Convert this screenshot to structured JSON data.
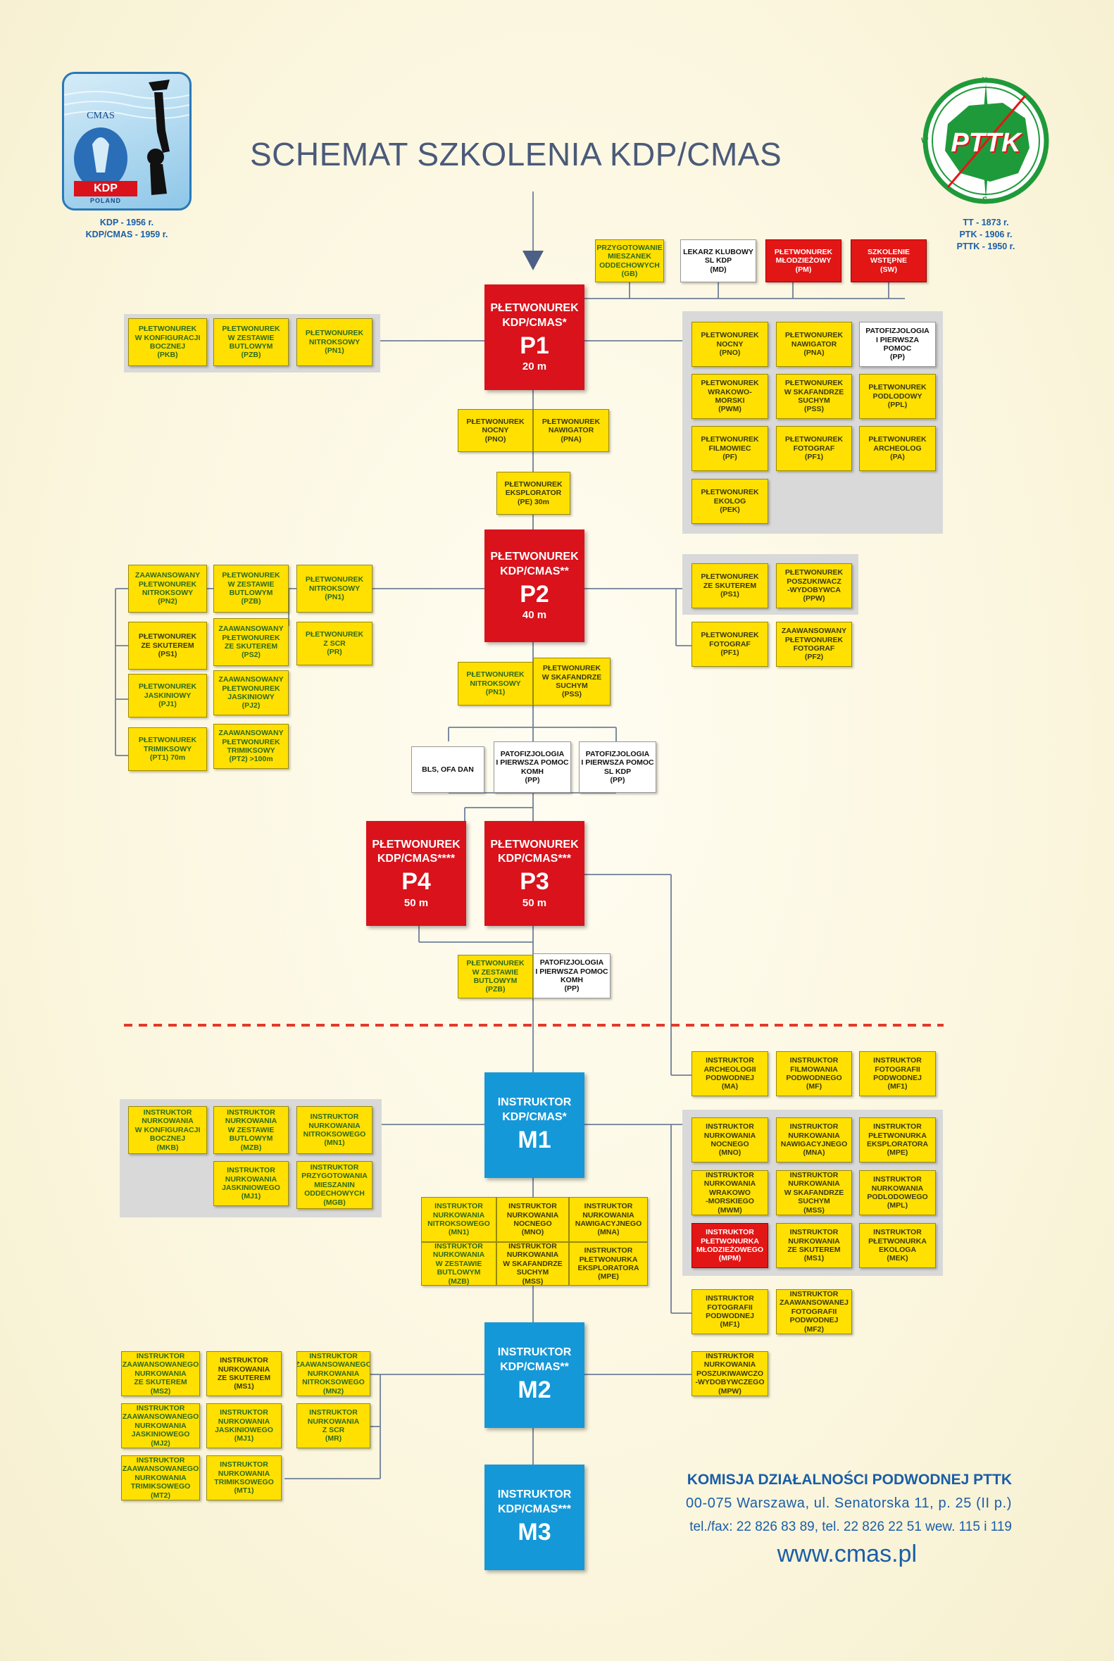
{
  "header": {
    "title": "SCHEMAT SZKOLENIA KDP/CMAS",
    "left_caption": "KDP - 1956 r.\nKDP/CMAS - 1959 r.",
    "right_caption": "TT - 1873 r.\nPTK - 1906 r.\nPTTK - 1950 r.",
    "kdp_logo_cmas": "CMAS",
    "kdp_logo_kdp": "KDP",
    "kdp_logo_poland": "POLAND",
    "pttk_logo": "PTTK",
    "compass": {
      "n": "N",
      "s": "S",
      "e": "E",
      "w": "W"
    }
  },
  "main_levels": [
    {
      "id": "P1",
      "title": "PŁETWONUREK\nKDP/CMAS*",
      "code": "P1",
      "depth": "20 m",
      "color": "red"
    },
    {
      "id": "P2",
      "title": "PŁETWONUREK\nKDP/CMAS**",
      "code": "P2",
      "depth": "40 m",
      "color": "red"
    },
    {
      "id": "P4",
      "title": "PŁETWONUREK\nKDP/CMAS****",
      "code": "P4",
      "depth": "50 m",
      "color": "red"
    },
    {
      "id": "P3",
      "title": "PŁETWONUREK\nKDP/CMAS***",
      "code": "P3",
      "depth": "50 m",
      "color": "red"
    },
    {
      "id": "M1",
      "title": "INSTRUKTOR\nKDP/CMAS*",
      "code": "M1",
      "depth": "",
      "color": "blue"
    },
    {
      "id": "M2",
      "title": "INSTRUKTOR\nKDP/CMAS**",
      "code": "M2",
      "depth": "",
      "color": "blue"
    },
    {
      "id": "M3",
      "title": "INSTRUKTOR\nKDP/CMAS***",
      "code": "M3",
      "depth": "",
      "color": "blue"
    }
  ],
  "boxes": [
    {
      "text": "PRZYGOTOWANIE\nMIESZANEK\nODDECHOWYCH\n(GB)",
      "style": "y"
    },
    {
      "text": "LEKARZ KLUBOWY\nSL KDP\n(MD)",
      "style": "w"
    },
    {
      "text": "PŁETWONUREK\nMŁODZIEŻOWY\n(PM)",
      "style": "r"
    },
    {
      "text": "SZKOLENIE\nWSTĘPNE\n(SW)",
      "style": "r"
    },
    {
      "text": "PŁETWONUREK\nW KONFIGURACJI\nBOCZNEJ\n(PKB)",
      "style": "y"
    },
    {
      "text": "PŁETWONUREK\nW ZESTAWIE\nBUTLOWYM\n(PZB)",
      "style": "y"
    },
    {
      "text": "PŁETWONUREK\nNITROKSOWY\n(PN1)",
      "style": "y"
    },
    {
      "text": "PŁETWONUREK\nNOCNY\n(PNO)",
      "style": "y-d"
    },
    {
      "text": "PŁETWONUREK\nNAWIGATOR\n(PNA)",
      "style": "y-d"
    },
    {
      "text": "PATOFIZJOLOGIA\nI PIERWSZA POMOC\n(PP)",
      "style": "w"
    },
    {
      "text": "PŁETWONUREK\nWRAKOWO-MORSKI\n(PWM)",
      "style": "y-d"
    },
    {
      "text": "PŁETWONUREK\nW SKAFANDRZE\nSUCHYM\n(PSS)",
      "style": "y-d"
    },
    {
      "text": "PŁETWONUREK\nPODLODOWY\n(PPL)",
      "style": "y-d"
    },
    {
      "text": "PŁETWONUREK\nFILMOWIEC\n(PF)",
      "style": "y-d"
    },
    {
      "text": "PŁETWONUREK\nFOTOGRAF\n(PF1)",
      "style": "y-d"
    },
    {
      "text": "PŁETWONUREK\nARCHEOLOG\n(PA)",
      "style": "y-d"
    },
    {
      "text": "PŁETWONUREK\nEKOLOG\n(PEK)",
      "style": "y-d"
    },
    {
      "text": "PŁETWONUREK\nNOCNY\n(PNO)",
      "style": "y-d"
    },
    {
      "text": "PŁETWONUREK\nNAWIGATOR\n(PNA)",
      "style": "y-d"
    },
    {
      "text": "PŁETWONUREK\nEKSPLORATOR\n(PE) 30m",
      "style": "y-d"
    },
    {
      "text": "ZAAWANSOWANY\nPŁETWONUREK\nNITROKSOWY\n(PN2)",
      "style": "y"
    },
    {
      "text": "PŁETWONUREK\nW ZESTAWIE\nBUTLOWYM\n(PZB)",
      "style": "y"
    },
    {
      "text": "PŁETWONUREK\nNITROKSOWY\n(PN1)",
      "style": "y"
    },
    {
      "text": "PŁETWONUREK\nZE SKUTEREM\n(PS1)",
      "style": "y-d"
    },
    {
      "text": "ZAAWANSOWANY\nPŁETWONUREK\nZE SKUTEREM\n(PS2)",
      "style": "y"
    },
    {
      "text": "PŁETWONUREK\nZ SCR\n(PR)",
      "style": "y"
    },
    {
      "text": "PŁETWONUREK\nJASKINIOWY\n(PJ1)",
      "style": "y"
    },
    {
      "text": "ZAAWANSOWANY\nPŁETWONUREK\nJASKINIOWY\n(PJ2)",
      "style": "y"
    },
    {
      "text": "PŁETWONUREK\nTRIMIKSOWY\n(PT1) 70m",
      "style": "y"
    },
    {
      "text": "ZAAWANSOWANY\nPŁETWONUREK\nTRIMIKSOWY\n(PT2) >100m",
      "style": "y"
    },
    {
      "text": "PŁETWONUREK\nZE SKUTEREM\n(PS1)",
      "style": "y-d"
    },
    {
      "text": "PŁETWONUREK\nPOSZUKIWACZ\n-WYDOBYWCA\n(PPW)",
      "style": "y-d"
    },
    {
      "text": "PŁETWONUREK\nFOTOGRAF\n(PF1)",
      "style": "y-d"
    },
    {
      "text": "ZAAWANSOWANY\nPŁETWONUREK\nFOTOGRAF\n(PF2)",
      "style": "y-d"
    },
    {
      "text": "PŁETWONUREK\nNITROKSOWY\n(PN1)",
      "style": "y"
    },
    {
      "text": "PŁETWONUREK\nW SKAFANDRZE\nSUCHYM\n(PSS)",
      "style": "y-d"
    },
    {
      "text": "BLS, OFA DAN",
      "style": "w"
    },
    {
      "text": "PATOFIZJOLOGIA\nI PIERWSZA POMOC\nKOMH\n(PP)",
      "style": "w"
    },
    {
      "text": "PATOFIZJOLOGIA\nI PIERWSZA POMOC\nSL KDP\n(PP)",
      "style": "w"
    },
    {
      "text": "PŁETWONUREK\nW ZESTAWIE\nBUTLOWYM\n(PZB)",
      "style": "y"
    },
    {
      "text": "PATOFIZJOLOGIA\nI PIERWSZA POMOC\nKOMH\n(PP)",
      "style": "w"
    },
    {
      "text": "INSTRUKTOR\nARCHEOLOGII\nPODWODNEJ\n(MA)",
      "style": "y-d"
    },
    {
      "text": "INSTRUKTOR\nFILMOWANIA\nPODWODNEGO\n(MF)",
      "style": "y-d"
    },
    {
      "text": "INSTRUKTOR\nFOTOGRAFII\nPODWODNEJ\n(MF1)",
      "style": "y-d"
    },
    {
      "text": "INSTRUKTOR\nNURKOWANIA\nW KONFIGURACJI\nBOCZNEJ\n(MKB)",
      "style": "y"
    },
    {
      "text": "INSTRUKTOR\nNURKOWANIA\nW ZESTAWIE\nBUTLOWYM\n(MZB)",
      "style": "y"
    },
    {
      "text": "INSTRUKTOR\nNURKOWANIA\nNITROKSOWEGO\n(MN1)",
      "style": "y"
    },
    {
      "text": "INSTRUKTOR\nNURKOWANIA\nJASKINIOWEGO\n(MJ1)",
      "style": "y"
    },
    {
      "text": "INSTRUKTOR\nPRZYGOTOWANIA\nMIESZANIN\nODDECHOWYCH\n(MGB)",
      "style": "y"
    },
    {
      "text": "INSTRUKTOR\nNURKOWANIA\nNOCNEGO\n(MNO)",
      "style": "y-d"
    },
    {
      "text": "INSTRUKTOR\nNURKOWANIA\nNAWIGACYJNEGO\n(MNA)",
      "style": "y-d"
    },
    {
      "text": "INSTRUKTOR\nPŁETWONURKA\nEKSPLORATORA\n(MPE)",
      "style": "y-d"
    },
    {
      "text": "INSTRUKTOR\nNURKOWANIA\nWRAKOWO\n-MORSKIEGO\n(MWM)",
      "style": "y-d"
    },
    {
      "text": "INSTRUKTOR\nNURKOWANIA\nW SKAFANDRZE\nSUCHYM\n(MSS)",
      "style": "y-d"
    },
    {
      "text": "INSTRUKTOR\nNURKOWANIA\nPODLODOWEGO\n(MPL)",
      "style": "y-d"
    },
    {
      "text": "INSTRUKTOR\nPŁETWONURKA\nMŁODZIEŻOWEGO\n(MPM)",
      "style": "r"
    },
    {
      "text": "INSTRUKTOR\nNURKOWANIA\nZE SKUTEREM\n(MS1)",
      "style": "y-d"
    },
    {
      "text": "INSTRUKTOR\nPŁETWONURKA\nEKOLOGA\n(MEK)",
      "style": "y-d"
    },
    {
      "text": "INSTRUKTOR\nNURKOWANIA\nNITROKSOWEGO\n(MN1)",
      "style": "y"
    },
    {
      "text": "INSTRUKTOR\nNURKOWANIA\nNOCNEGO\n(MNO)",
      "style": "y-d"
    },
    {
      "text": "INSTRUKTOR\nNURKOWANIA\nNAWIGACYJNEGO\n(MNA)",
      "style": "y-d"
    },
    {
      "text": "INSTRUKTOR\nNURKOWANIA\nW ZESTAWIE\nBUTLOWYM\n(MZB)",
      "style": "y"
    },
    {
      "text": "INSTRUKTOR\nNURKOWANIA\nW SKAFANDRZE\nSUCHYM\n(MSS)",
      "style": "y-d"
    },
    {
      "text": "INSTRUKTOR\nPŁETWONURKA\nEKSPLORATORA\n(MPE)",
      "style": "y-d"
    },
    {
      "text": "INSTRUKTOR\nFOTOGRAFII\nPODWODNEJ\n(MF1)",
      "style": "y-d"
    },
    {
      "text": "INSTRUKTOR\nZAAWANSOWANEJ\nFOTOGRAFII\nPODWODNEJ\n(MF2)",
      "style": "y-d"
    },
    {
      "text": "INSTRUKTOR\nZAAWANSOWANEGO\nNURKOWANIA\nZE SKUTEREM\n(MS2)",
      "style": "y"
    },
    {
      "text": "INSTRUKTOR\nNURKOWANIA\nZE SKUTEREM\n(MS1)",
      "style": "y-d"
    },
    {
      "text": "INSTRUKTOR\nZAAWANSOWANEGO\nNURKOWANIA\nNITROKSOWEGO\n(MN2)",
      "style": "y"
    },
    {
      "text": "INSTRUKTOR\nZAAWANSOWANEGO\nNURKOWANIA\nJASKINIOWEGO\n(MJ2)",
      "style": "y"
    },
    {
      "text": "INSTRUKTOR\nNURKOWANIA\nJASKINIOWEGO\n(MJ1)",
      "style": "y"
    },
    {
      "text": "INSTRUKTOR\nNURKOWANIA\nZ SCR\n(MR)",
      "style": "y"
    },
    {
      "text": "INSTRUKTOR\nZAAWANSOWANEGO\nNURKOWANIA\nTRIMIKSOWEGO\n(MT2)",
      "style": "y"
    },
    {
      "text": "INSTRUKTOR\nNURKOWANIA\nTRIMIKSOWEGO\n(MT1)",
      "style": "y"
    },
    {
      "text": "INSTRUKTOR\nNURKOWANIA\nPOSZUKIWAWCZO\n-WYDOBYWCZEGO\n(MPW)",
      "style": "y-d"
    }
  ],
  "footer": {
    "org": "KOMISJA DZIAŁALNOŚCI PODWODNEJ PTTK",
    "address": "00-075 Warszawa, ul. Senatorska 11, p. 25 (II p.)",
    "phones": "tel./fax: 22 826 83 89, tel. 22 826 22 51 wew. 115 i 119",
    "website": "www.cmas.pl"
  },
  "colors": {
    "main_red": "#d9121b",
    "main_blue": "#1598d8",
    "box_yellow": "#ffe000",
    "box_red": "#e31616",
    "panel_gray": "#d9d9d9",
    "title": "#4a5a7a",
    "footer_blue": "#1a5ea8",
    "dash_red": "#e23a2a"
  }
}
